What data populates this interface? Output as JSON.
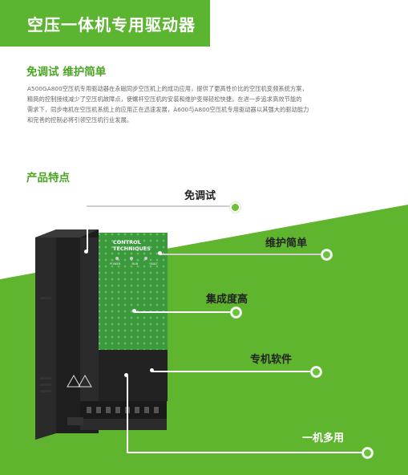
{
  "header": {
    "title": "空压一体机专用驱动器"
  },
  "section1": {
    "heading": "免调试 维护简单",
    "lines": [
      "A500GA800空压机专用驱动器在永磁同步空压机上的成功应用，提供了更高性价比的空压机变频系统方案，",
      "精简的控制接线减少了空压机故障点，使螺杆空压机的安装和维护变得轻松快捷。在进一步追求高效节能的",
      "需求下，同步电机在空压机系统上的应用正在迅速发展，A600与A800空压机专用驱动器以其强大的驱动能力",
      "和完善的控制必将引领空压机行业发展。"
    ]
  },
  "section2": {
    "heading": "产品特点",
    "features": [
      "免调试",
      "维护简单",
      "集成度高",
      "专机软件",
      "一机多用"
    ]
  },
  "device": {
    "brand_line1": "CONTROL",
    "brand_line2": "TECHNIQUES",
    "leds": [
      "POWER",
      "RUN",
      "FAULT"
    ]
  },
  "colors": {
    "accent": "#5cb530",
    "dot": "#6cc23a"
  }
}
